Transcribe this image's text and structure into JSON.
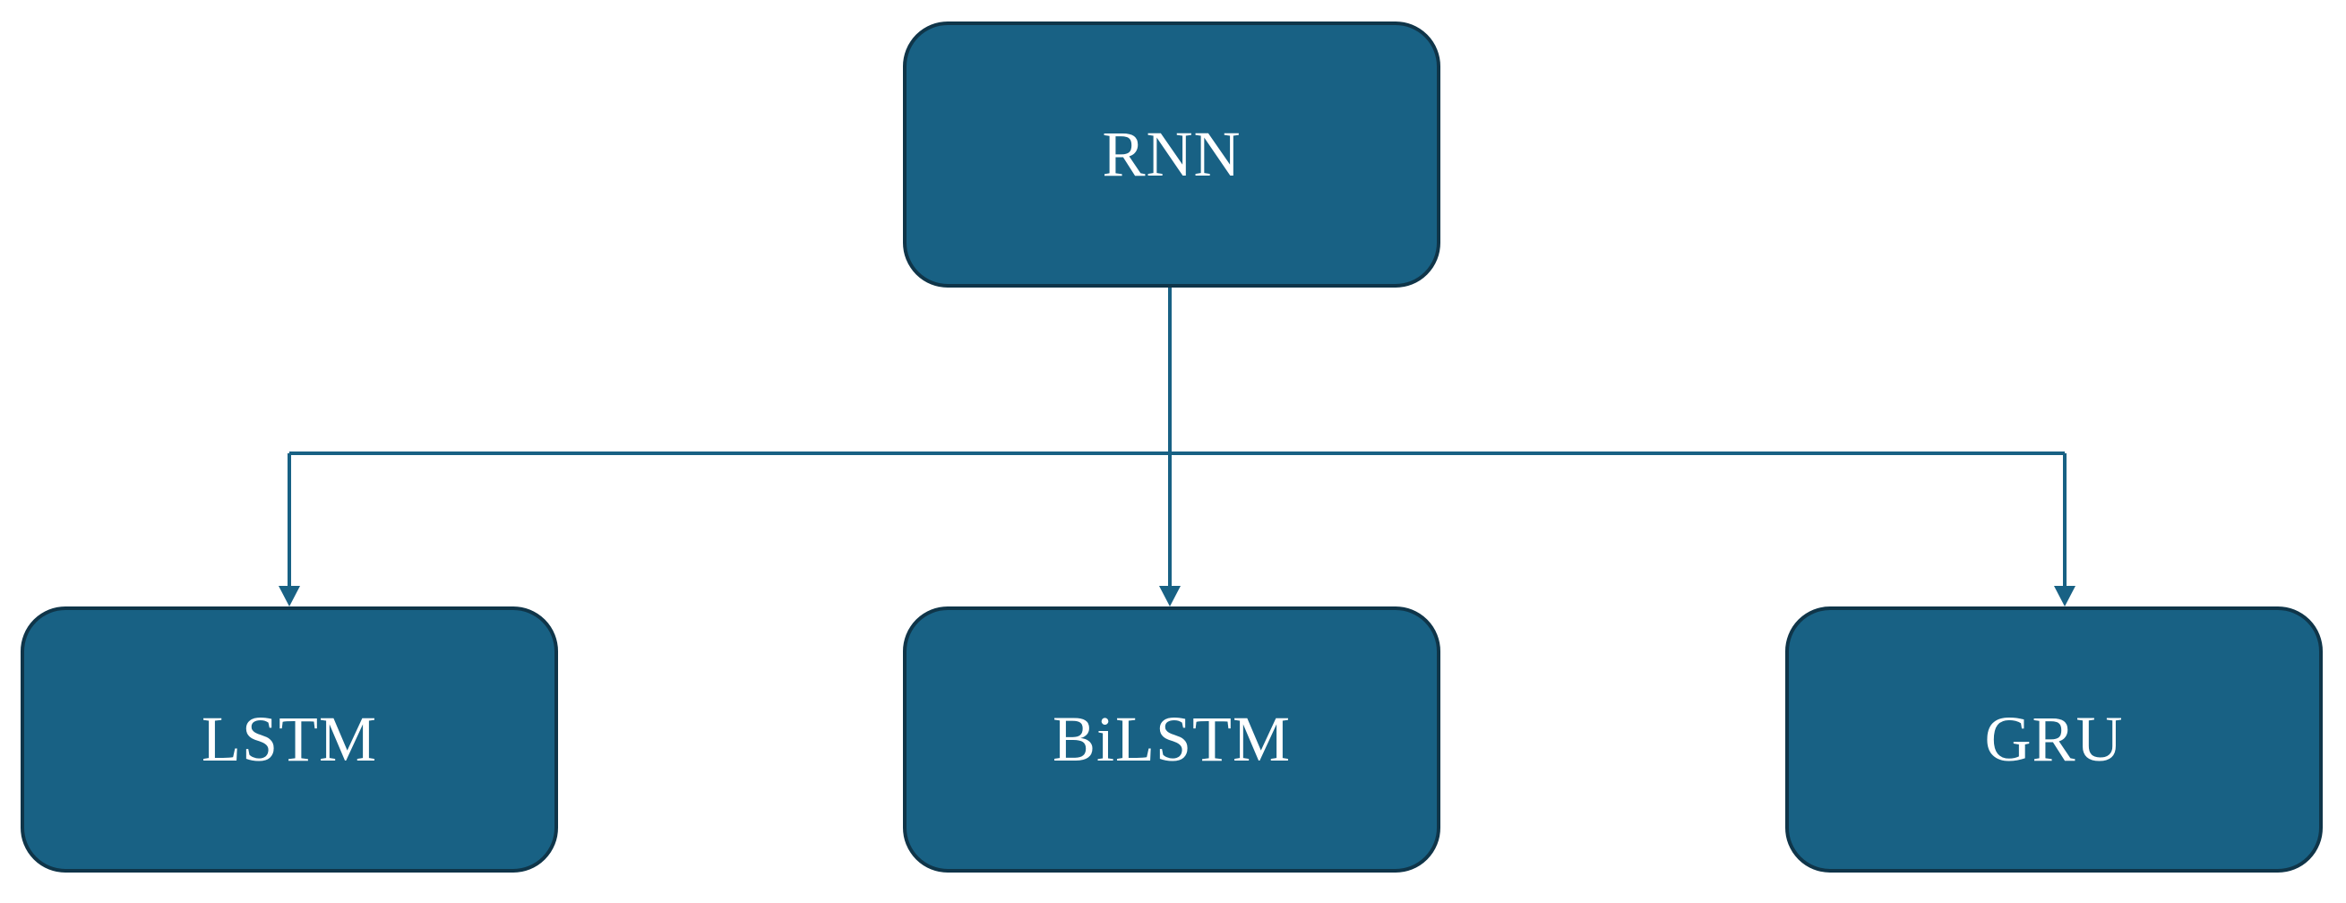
{
  "nodes": {
    "root": {
      "label": "RNN"
    },
    "lstm": {
      "label": "LSTM"
    },
    "bilstm": {
      "label": "BiLSTM"
    },
    "gru": {
      "label": "GRU"
    }
  },
  "edges": [
    {
      "from": "RNN",
      "to": "LSTM"
    },
    {
      "from": "RNN",
      "to": "BiLSTM"
    },
    {
      "from": "RNN",
      "to": "GRU"
    }
  ],
  "colors": {
    "node_fill": "#186184",
    "node_border": "#0f3549",
    "connector": "#186184",
    "label_text": "#ffffff"
  }
}
